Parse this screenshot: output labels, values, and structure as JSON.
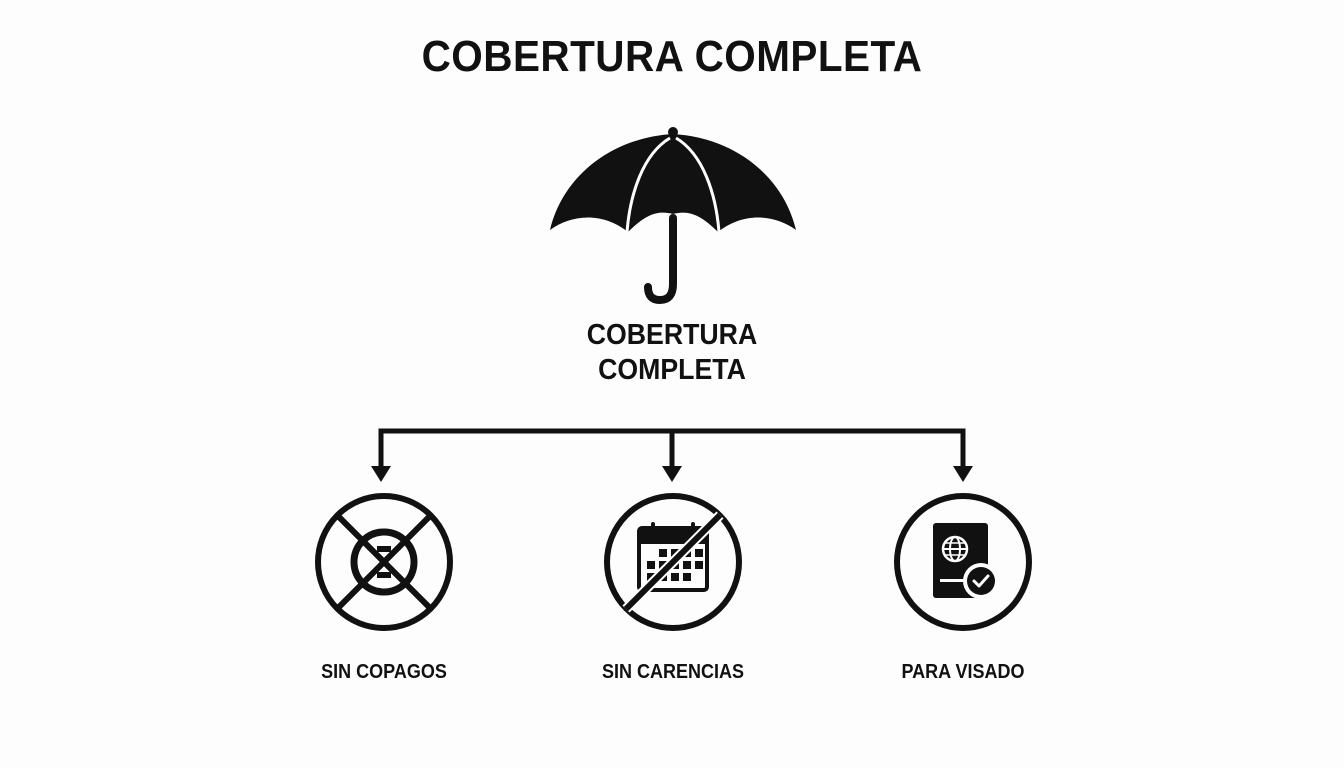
{
  "title": "COBERTURA COMPLETA",
  "center": {
    "icon": "umbrella-icon",
    "label_line1": "COBERTURA",
    "label_line2": "COMPLETA"
  },
  "branches": [
    {
      "label": "SIN COPAGOS",
      "icon": "crossed-out-coin-icon"
    },
    {
      "label": "SIN CARENCIAS",
      "icon": "crossed-out-calendar-icon"
    },
    {
      "label": "PARA VISADO",
      "icon": "passport-check-icon"
    }
  ],
  "colors": {
    "ink": "#111111",
    "background": "#fdfdfd"
  }
}
